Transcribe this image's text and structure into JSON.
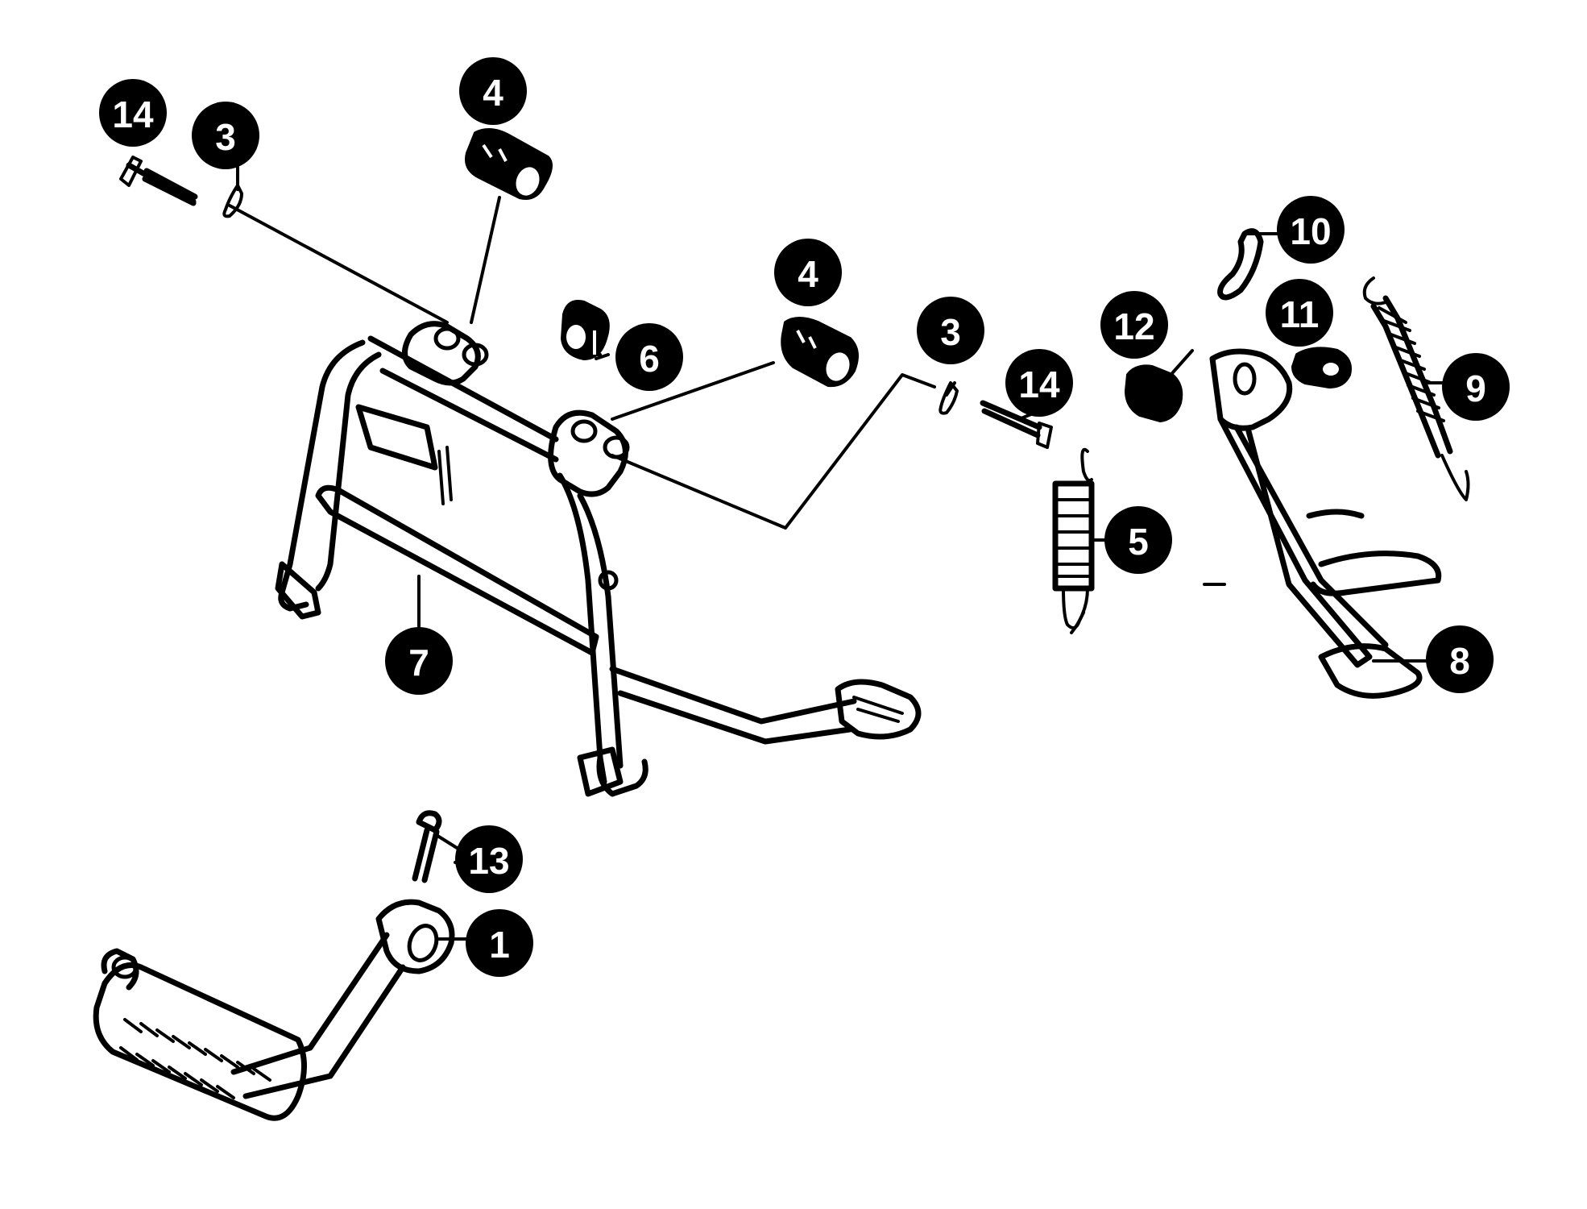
{
  "diagram": {
    "callouts": [
      {
        "id": "c14a",
        "number": "14"
      },
      {
        "id": "c3a",
        "number": "3"
      },
      {
        "id": "c4a",
        "number": "4"
      },
      {
        "id": "c6",
        "number": "6"
      },
      {
        "id": "c4b",
        "number": "4"
      },
      {
        "id": "c3b",
        "number": "3"
      },
      {
        "id": "c14b",
        "number": "14"
      },
      {
        "id": "c12",
        "number": "12"
      },
      {
        "id": "c10",
        "number": "10"
      },
      {
        "id": "c11",
        "number": "11"
      },
      {
        "id": "c9",
        "number": "9"
      },
      {
        "id": "c5",
        "number": "5"
      },
      {
        "id": "c7",
        "number": "7"
      },
      {
        "id": "c8",
        "number": "8"
      },
      {
        "id": "c13",
        "number": "13"
      },
      {
        "id": "c1",
        "number": "1"
      }
    ]
  }
}
